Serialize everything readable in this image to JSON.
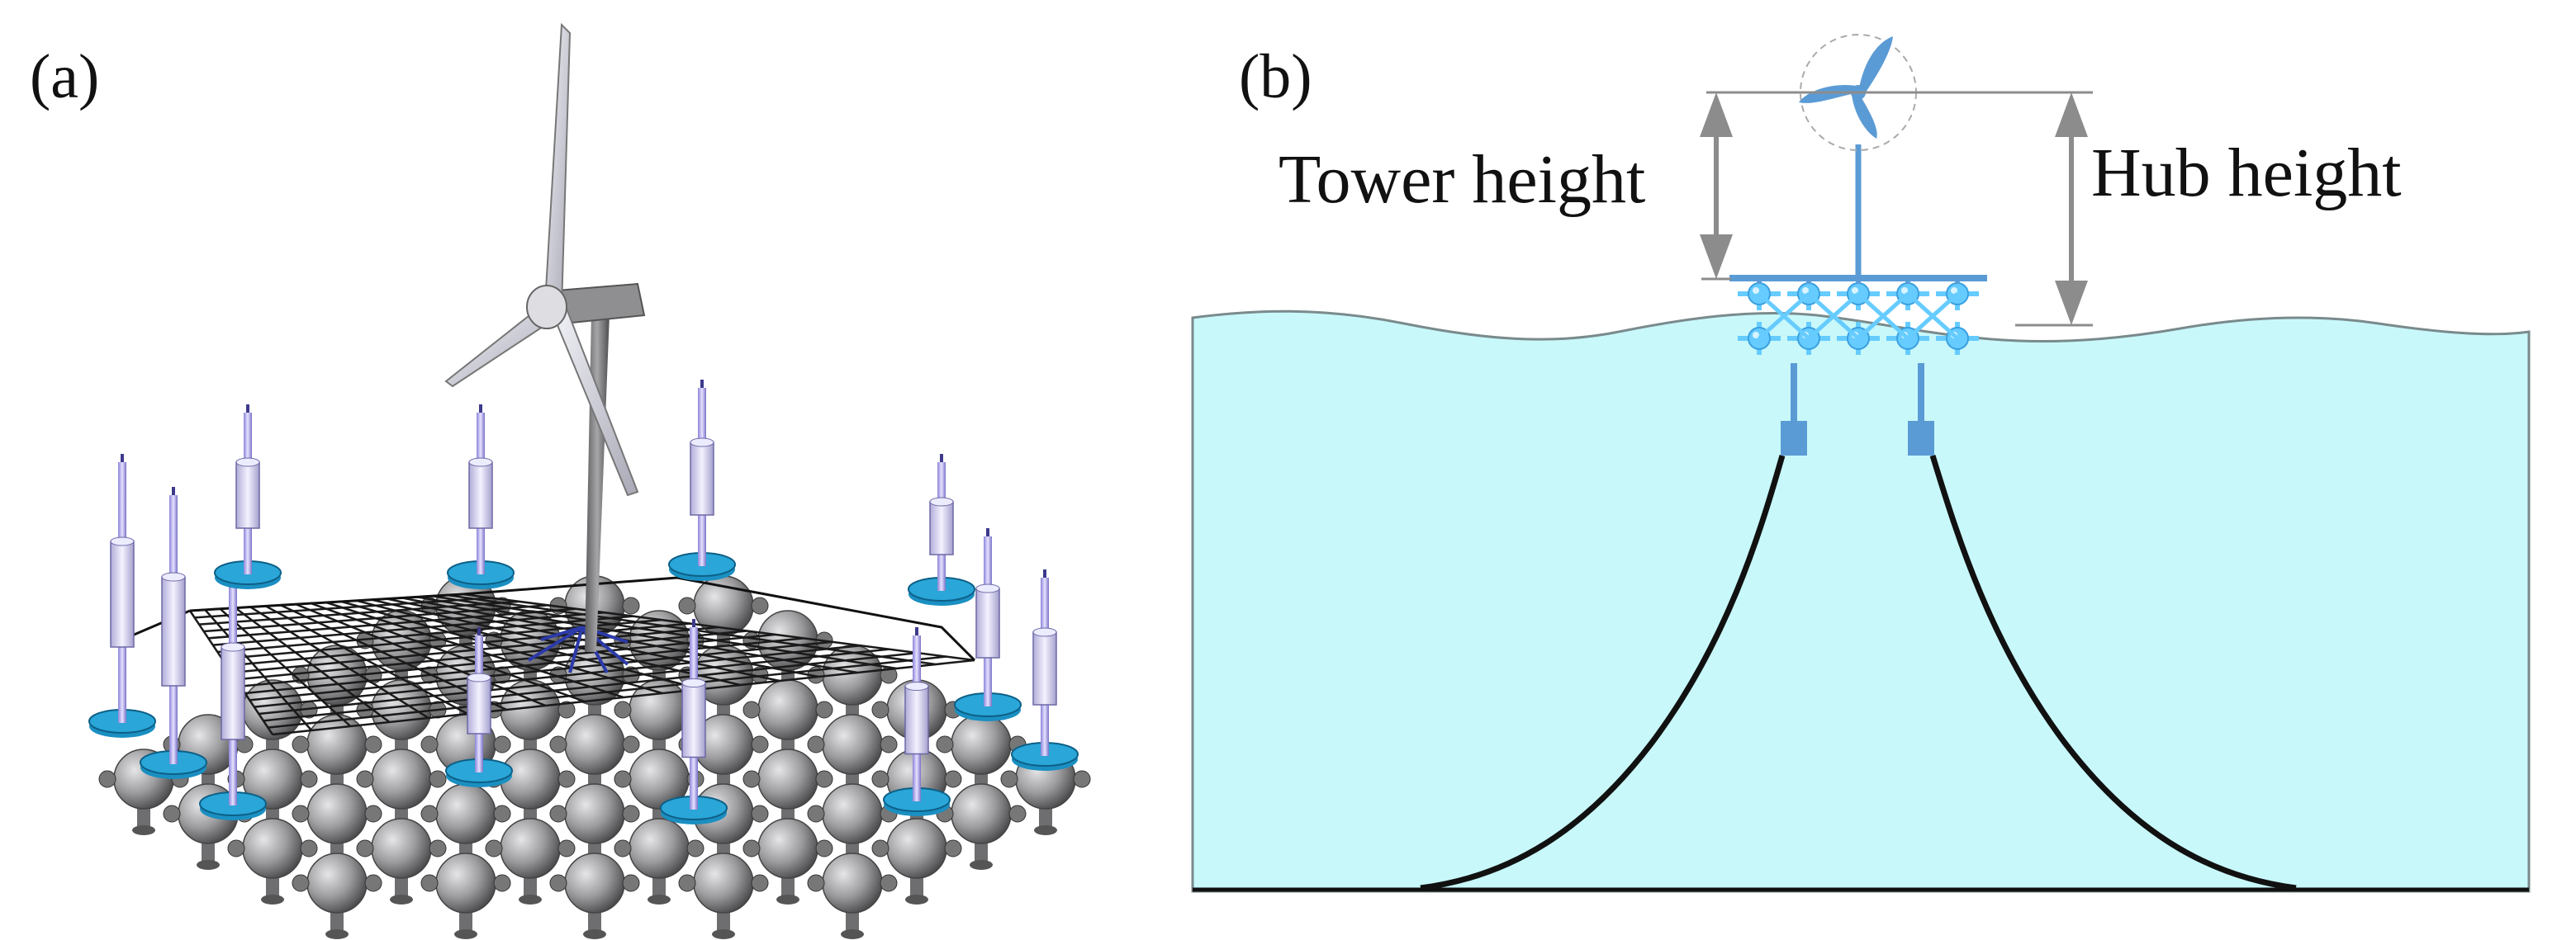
{
  "panels": {
    "a": {
      "label": "(a)"
    },
    "b": {
      "label": "(b)"
    }
  },
  "annotations": {
    "tower_height": "Tower height",
    "hub_height": "Hub height"
  },
  "colors": {
    "sea": "#c8f8fa",
    "sea_outline": "#7a8a8c",
    "structure_blue": "#5b9bd5",
    "module_blue": "#66ccff",
    "mooring_line": "#111111",
    "dimension_gray": "#8c8c8c",
    "buoy_blue": "#2aa6d8",
    "steel_gray": "#9a9a9c"
  }
}
